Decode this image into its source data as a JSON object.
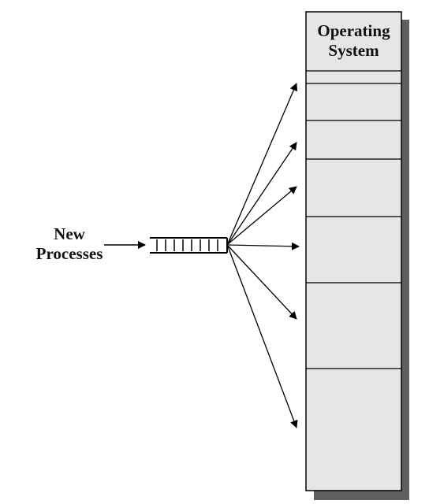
{
  "labels": {
    "new_processes_line1": "New",
    "new_processes_line2": "Processes",
    "os_line1": "Operating",
    "os_line2": "System"
  },
  "memory_partitions": [
    "operating-system",
    "partition",
    "partition",
    "partition",
    "partition",
    "partition",
    "partition",
    "partition"
  ],
  "colors": {
    "partition_fill": "#e6e6e6",
    "shadow": "#5f5f5f",
    "stroke": "#000000",
    "background": "#ffffff"
  }
}
